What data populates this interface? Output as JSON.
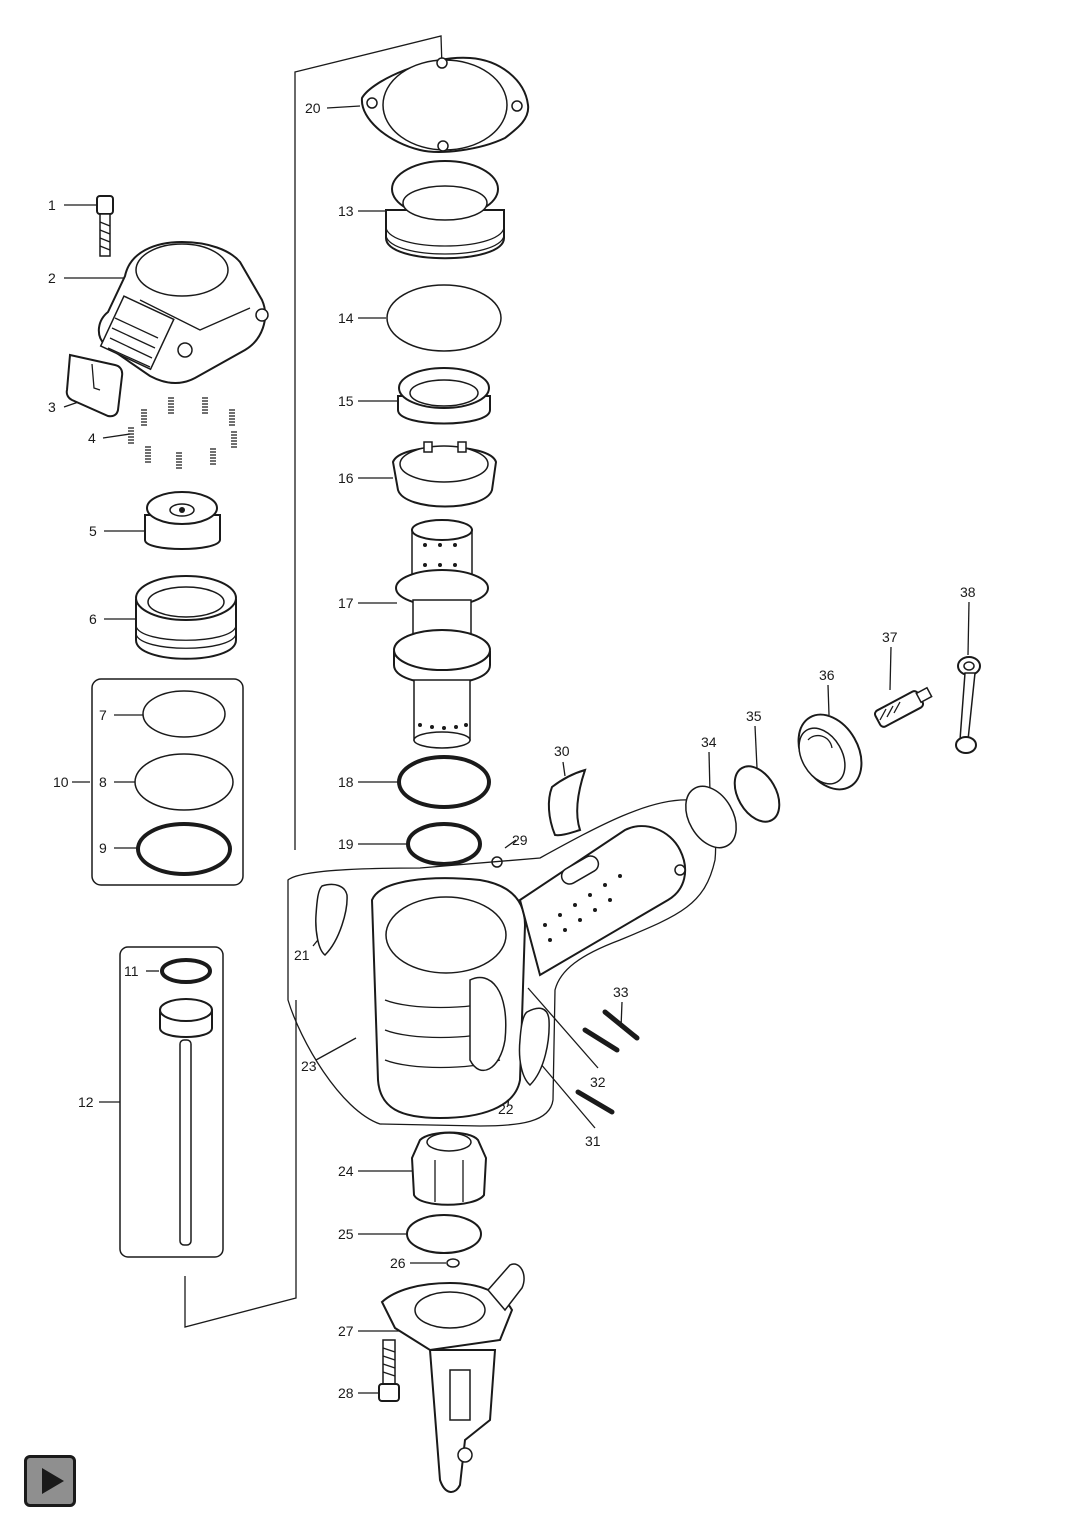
{
  "diagram": {
    "parts": [
      {
        "id": "part-1",
        "label": "1"
      },
      {
        "id": "part-2",
        "label": "2"
      },
      {
        "id": "part-3",
        "label": "3"
      },
      {
        "id": "part-4",
        "label": "4"
      },
      {
        "id": "part-5",
        "label": "5"
      },
      {
        "id": "part-6",
        "label": "6"
      },
      {
        "id": "part-7",
        "label": "7"
      },
      {
        "id": "part-8",
        "label": "8"
      },
      {
        "id": "part-9",
        "label": "9"
      },
      {
        "id": "part-10",
        "label": "10"
      },
      {
        "id": "part-11",
        "label": "11"
      },
      {
        "id": "part-12",
        "label": "12"
      },
      {
        "id": "part-13",
        "label": "13"
      },
      {
        "id": "part-14",
        "label": "14"
      },
      {
        "id": "part-15",
        "label": "15"
      },
      {
        "id": "part-16",
        "label": "16"
      },
      {
        "id": "part-17",
        "label": "17"
      },
      {
        "id": "part-18",
        "label": "18"
      },
      {
        "id": "part-19",
        "label": "19"
      },
      {
        "id": "part-20",
        "label": "20"
      },
      {
        "id": "part-21",
        "label": "21"
      },
      {
        "id": "part-22",
        "label": "22"
      },
      {
        "id": "part-23",
        "label": "23"
      },
      {
        "id": "part-24",
        "label": "24"
      },
      {
        "id": "part-25",
        "label": "25"
      },
      {
        "id": "part-26",
        "label": "26"
      },
      {
        "id": "part-27",
        "label": "27"
      },
      {
        "id": "part-28",
        "label": "28"
      },
      {
        "id": "part-29",
        "label": "29"
      },
      {
        "id": "part-30",
        "label": "30"
      },
      {
        "id": "part-31",
        "label": "31"
      },
      {
        "id": "part-32",
        "label": "32"
      },
      {
        "id": "part-33",
        "label": "33"
      },
      {
        "id": "part-34",
        "label": "34"
      },
      {
        "id": "part-35",
        "label": "35"
      },
      {
        "id": "part-36",
        "label": "36"
      },
      {
        "id": "part-37",
        "label": "37"
      },
      {
        "id": "part-38",
        "label": "38"
      }
    ]
  },
  "controls": {
    "play_icon": "play-icon"
  }
}
